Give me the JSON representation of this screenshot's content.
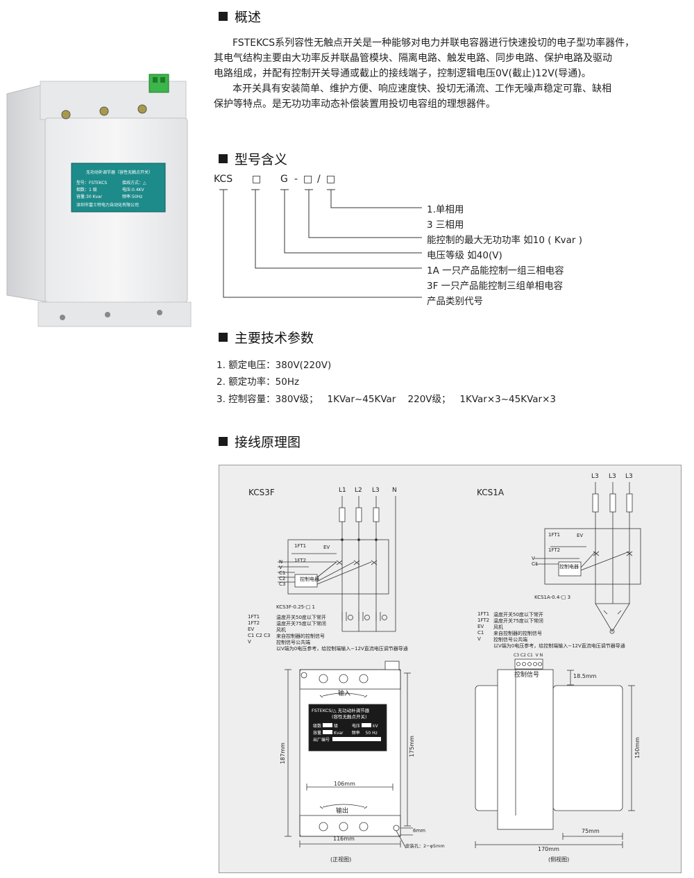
{
  "overview": {
    "title": "概述",
    "p1_l1": "FSTEKCS系列容性无触点开关是一种能够对电力并联电容器进行快速投切的电子型功率器件，",
    "p1_l2": "其电气结构主要由大功率反并联晶管模块、隔离电路、触发电路、同步电路、保护电路及驱动",
    "p1_l3": "电路组成，并配有控制开关导通或截止的接线端子，控制逻辑电压0V(截止)12V(导通)。",
    "p2_l1": "本开关具有安装简单、维护方便、响应速度快、投切无涌流、工作无噪声稳定可靠、缺相",
    "p2_l2": "保护等特点。是无功功率动态补偿装置用投切电容组的理想器件。"
  },
  "product_label": {
    "title": "无功动补调节器（容性无触点开关）",
    "model": "型号：FSTEKCS",
    "wiring": "接线方式：△",
    "phase": "相数：1 级",
    "voltage": "电压:0.4KV",
    "capacity": "容量:30 Kvar",
    "freq": "频率:50Hz",
    "maker": "深圳市富士特电力自动化有限公司"
  },
  "model_meaning": {
    "title": "型号含义",
    "code": [
      "KCS",
      "□",
      "G",
      "-",
      "□",
      "/",
      "□"
    ],
    "items": [
      "1.单相用",
      "3 三相用",
      "能控制的最大无功功率 如10 ( Kvar )",
      "电压等级  如40(V)",
      "1A   一只产品能控制一组三相电容",
      "3F   一只产品能控制三组单相电容",
      "产品类别代号"
    ]
  },
  "specs": {
    "title": "主要技术参数",
    "items": [
      "1. 额定电压：380V(220V)",
      "2. 额定功率：50Hz",
      "3. 控制容量：380V级；   1KVar~45KVar    220V级；   1KVar×3~45KVar×3"
    ]
  },
  "wiring": {
    "title": "接线原理图",
    "left_title": "KCS3F",
    "right_title": "KCS1A",
    "left_lines": [
      "L1",
      "L2",
      "L3",
      "N"
    ],
    "right_lines": [
      "L3",
      "L3",
      "L3"
    ],
    "ft1": "1FT1",
    "ft2": "1FT2",
    "ev": "EV",
    "ctrl_box": "控制电器",
    "left_terms": [
      "N",
      "V",
      "C1",
      "C2",
      "C3"
    ],
    "right_terms": [
      "V",
      "C1"
    ],
    "left_model": "KCS3F-0.25-□  1",
    "right_model": "KCS1A-0.4-□  3",
    "left_legend_keys": [
      "1FT1",
      "1FT2",
      "EV",
      "C1 C2 C3",
      "V"
    ],
    "left_legend_vals": [
      "温度开关50度以下常开",
      "温度开关75度以下常闭",
      "风机",
      "来自控制器的控制信号",
      "控制信号公共端",
      "以V端为0电压参考，给控制端输入−12V直流电压调节器导通"
    ],
    "right_legend_keys": [
      "1FT1",
      "1FT2",
      "EV",
      "C1",
      "V"
    ],
    "right_legend_vals": [
      "温度开关50度以下常开",
      "温度开关75度以下常闭",
      "风机",
      "来自控制器的控制信号",
      "控制信号公共端",
      "以V端为0电压参考，给控制端输入−12V直流电压调节器导通"
    ],
    "front": {
      "input": "输入",
      "output": "输出",
      "plate_title_1": "FSTEKCS",
      "plate_title_2": "/△ 无功动补调节器",
      "plate_sub": "(容性无触点开关)",
      "r1a": "级数",
      "r1b": "级",
      "r1c": "电压",
      "r1d": "kV",
      "r2a": "容量",
      "r2b": "Kvar",
      "r2c": "频率",
      "r2d": "50",
      "r2e": "Hz",
      "r3a": "出厂编号",
      "dim_h_outer": "187mm",
      "dim_h_inner": "175mm",
      "dim_w_inner": "106mm",
      "dim_w_outer": "116mm",
      "dim_6": "6mm",
      "holes": "安装孔：2−φ5mm",
      "caption": "(正视图)"
    },
    "side": {
      "term_labels": "C3 C2 C1  V N",
      "ctrl_signal": "控制信号",
      "dim_18": "18.5mm",
      "dim_150": "150mm",
      "dim_75": "75mm",
      "dim_170": "170mm",
      "caption": "(侧视图)"
    }
  }
}
